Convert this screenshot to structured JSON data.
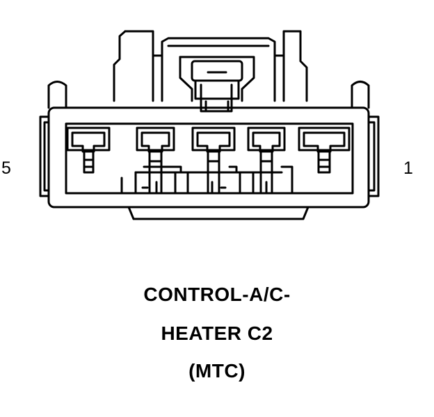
{
  "connector": {
    "pin_label_left": "5",
    "pin_label_right": "1",
    "cavity_count": 5
  },
  "title": {
    "line1": "CONTROL-A/C-",
    "line2": "HEATER C2",
    "line3": "(MTC)"
  },
  "colors": {
    "line": "#000000",
    "background": "#ffffff"
  }
}
